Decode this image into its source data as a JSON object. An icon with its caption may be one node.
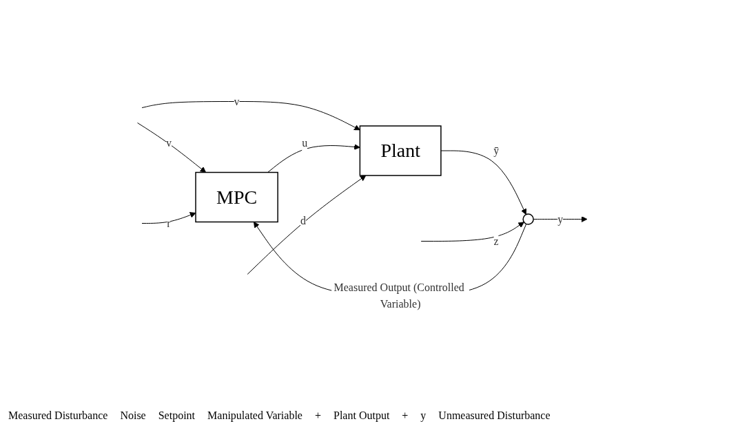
{
  "diagram": {
    "nodes": [
      {
        "text": [
          "MPC"
        ]
      },
      {
        "text": [
          "Plant"
        ]
      },
      {
        "text": [],
        "shape": "circle"
      }
    ],
    "edges": [
      {
        "from": null,
        "to": 0,
        "arrow": "to",
        "label": "v"
      },
      {
        "from": null,
        "to": 1,
        "arrow": "to",
        "label": "v"
      },
      {
        "from": null,
        "to": 0,
        "arrow": "to",
        "label": "r"
      },
      {
        "from": 2,
        "to": 0,
        "arrow": "to",
        "label": "Measured Output (Controlled Variable)"
      },
      {
        "from": 0,
        "to": 1,
        "arrow": "to",
        "label": "u"
      },
      {
        "from": null,
        "to": 1,
        "arrow": "to",
        "label": "d"
      },
      {
        "from": 1,
        "to": 2,
        "arrow": "to",
        "label": "ȳ"
      },
      {
        "from": null,
        "to": 2,
        "arrow": "to",
        "label": "z"
      },
      {
        "from": 2,
        "to": null,
        "arrow": "to",
        "label": "y"
      }
    ],
    "labels": [
      "Measured Disturbance",
      "Noise",
      "Setpoint",
      "Manipulated Variable",
      "+",
      "Plant Output",
      "+",
      "y",
      "Unmeasured Disturbance"
    ]
  }
}
